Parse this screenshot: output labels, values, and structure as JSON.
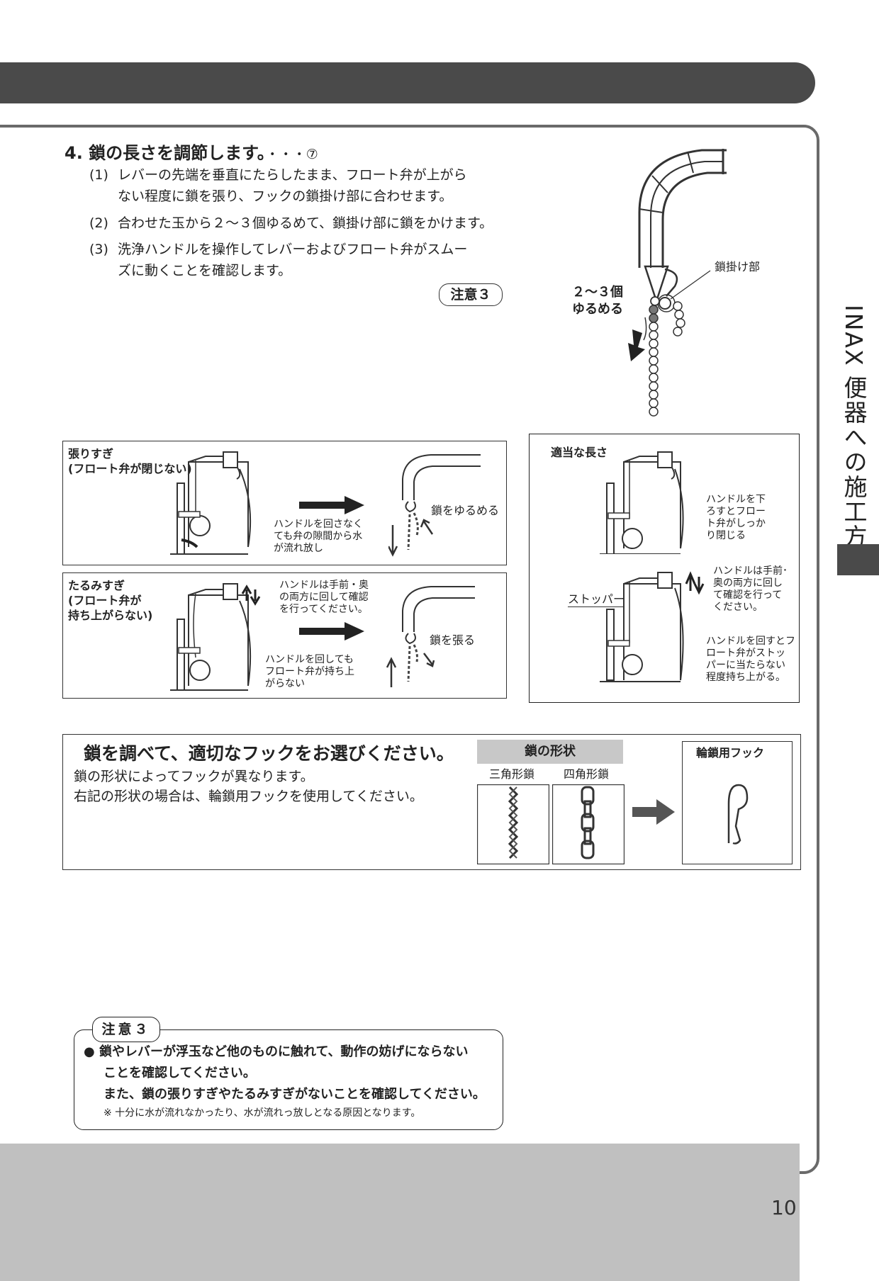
{
  "side_title": "INAX 便器への施工方法",
  "page_number": "10",
  "step": {
    "heading": "4. 鎖の長さを調節します。",
    "heading_ref": "・・・⑦",
    "items": [
      {
        "num": "(1)",
        "text": "レバーの先端を垂直にたらしたまま、フロート弁が上がら",
        "cont": "ない程度に鎖を張り、フックの鎖掛け部に合わせます。"
      },
      {
        "num": "(2)",
        "text": "合わせた玉から２～３個ゆるめて、鎖掛け部に鎖をかけます。"
      },
      {
        "num": "(3)",
        "text": "洗浄ハンドルを操作してレバーおよびフロート弁がスムー",
        "cont": "ズに動くことを確認します。"
      }
    ],
    "caution_tag": "注意３"
  },
  "top_figure": {
    "loosen_line1": "２～３個",
    "loosen_line2": "ゆるめる",
    "hook_part": "鎖掛け部"
  },
  "panel_tight": {
    "title1": "張りすぎ",
    "title2": "(フロート弁が閉じない)",
    "note1": "ハンドルを回さなく",
    "note2": "ても弁の隙間から水",
    "note3": "が流れ放し",
    "action": "鎖をゆるめる"
  },
  "panel_slack": {
    "title1": "たるみすぎ",
    "title2": "(フロート弁が",
    "title3": "持ち上がらない)",
    "handle1": "ハンドルは手前・奥",
    "handle2": "の両方に回して確認",
    "handle3": "を行ってください。",
    "note1": "ハンドルを回しても",
    "note2": "フロート弁が持ち上",
    "note3": "がらない",
    "action": "鎖を張る"
  },
  "panel_right": {
    "title": "適当な長さ",
    "close1": "ハンドルを下",
    "close2": "ろすとフロー",
    "close3": "ト弁がしっか",
    "close4": "り閉じる",
    "handle1": "ハンドルは手前･",
    "handle2": "奥の両方に回し",
    "handle3": "て確認を行って",
    "handle4": "ください。",
    "stopper": "ストッパー",
    "lift1": "ハンドルを回すとフ",
    "lift2": "ロート弁がストッ",
    "lift3": "パーに当たらない",
    "lift4": "程度持ち上がる。"
  },
  "guide": {
    "title": "鎖を調べて、適切なフックをお選びください。",
    "line1": "鎖の形状によってフックが異なります。",
    "line2": "右記の形状の場合は、輪鎖用フックを使用してください。",
    "shape_header": "鎖の形状",
    "triangle": "三角形鎖",
    "square": "四角形鎖",
    "hook": "輪鎖用フック"
  },
  "caution": {
    "label": "注意３",
    "bullet": "●",
    "line1": "鎖やレバーが浮玉など他のものに触れて、動作の妨げにならない",
    "line2": "ことを確認してください。",
    "line3": "また、鎖の張りすぎやたるみすぎがないことを確認してください。",
    "note": "※ 十分に水が流れなかったり、水が流れっ放しとなる原因となります。"
  }
}
